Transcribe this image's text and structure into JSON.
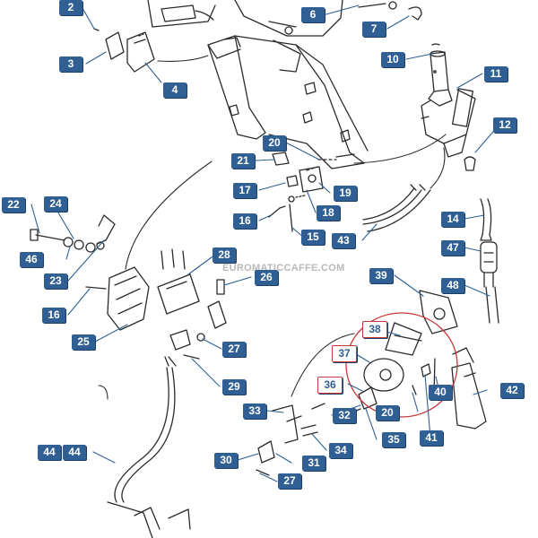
{
  "watermark": "EUROMATICCAFFE.COM",
  "colors": {
    "callout_fill": "#2f5f93",
    "callout_text": "#ffffff",
    "highlight": "#c8373c",
    "line_art": "#2b2b2b"
  },
  "labels": {
    "l2": "2",
    "l3": "3",
    "l4": "4",
    "l6": "6",
    "l7": "7",
    "l10": "10",
    "l11": "11",
    "l12": "12",
    "l14": "14",
    "l15": "15",
    "l16a": "16",
    "l16b": "16",
    "l17": "17",
    "l18": "18",
    "l19": "19",
    "l20a": "20",
    "l20b": "20",
    "l21": "21",
    "l22": "22",
    "l23": "23",
    "l24": "24",
    "l25": "25",
    "l26": "26",
    "l27a": "27",
    "l27b": "27",
    "l28": "28",
    "l29": "29",
    "l30": "30",
    "l31": "31",
    "l32": "32",
    "l33": "33",
    "l34": "34",
    "l35": "35",
    "l36": "36",
    "l37": "37",
    "l38": "38",
    "l39": "39",
    "l40": "40",
    "l41": "41",
    "l42": "42",
    "l43": "43",
    "l44a": "44",
    "l44b": "44",
    "l46": "46",
    "l47": "47",
    "l48": "48"
  }
}
